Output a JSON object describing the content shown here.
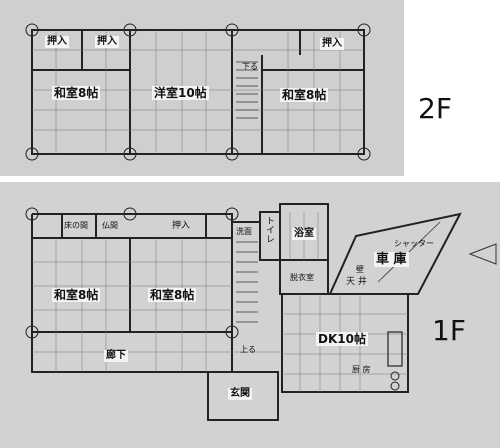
{
  "floor_2f": {
    "label": "2F",
    "rooms": {
      "closet_a": "押入",
      "closet_b": "押入",
      "closet_c": "押入",
      "washitsu_left": "和室8帖",
      "youshitsu": "洋室10帖",
      "washitsu_right": "和室8帖",
      "stair_mark": "下る"
    }
  },
  "floor_1f": {
    "label": "1F",
    "rooms": {
      "tokonoma": "床の間",
      "butsuma": "仏間",
      "closet": "押入",
      "washroom": "洗面",
      "toilet": "トイレ",
      "bath": "浴室",
      "dressing": "脱衣室",
      "garage": "車 庫",
      "shutter": "シャッター",
      "ceiling": "天 井",
      "ceiling_top": "壁",
      "washitsu_left": "和室8帖",
      "washitsu_right": "和室8帖",
      "corridor": "廊下",
      "stair_mark": "上る",
      "dk": "DK10帖",
      "kitchen": "厨 房",
      "entrance": "玄関"
    }
  },
  "colors": {
    "line": "#222222",
    "panel_2f": "#cfcfcf",
    "panel_1f": "#d2d2d2"
  }
}
